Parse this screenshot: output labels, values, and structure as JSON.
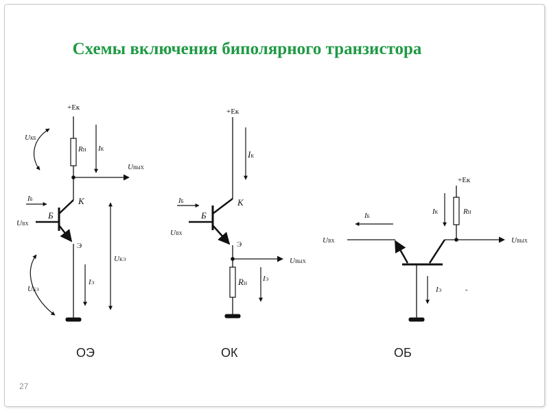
{
  "title": "Схемы включения биполярного транзистора",
  "page_number": "27",
  "schemes": [
    {
      "name": "ОЭ",
      "supply": "+Eк",
      "labels": {
        "ukb": "U",
        "ukb_sub": "КБ",
        "rn": "R",
        "rn_sub": "Н",
        "ik": "I",
        "ik_sub": "К",
        "uout": "U",
        "uout_sub": "ВЫХ",
        "ib": "I",
        "ib_sub": "Б",
        "k": "К",
        "b": "Б",
        "e": "Э",
        "uin": "U",
        "uin_sub": "ВХ",
        "uke": "U",
        "uke_sub": "КЭ",
        "ie": "I",
        "ie_sub": "Э",
        "ube": "U",
        "ube_sub": "БЭ"
      }
    },
    {
      "name": "ОК",
      "supply": "+Eк",
      "labels": {
        "ik": "I",
        "ik_sub": "К",
        "ib": "I",
        "ib_sub": "Б",
        "k": "К",
        "b": "Б",
        "e": "Э",
        "uin": "U",
        "uin_sub": "ВХ",
        "uout": "U",
        "uout_sub": "ВЫХ",
        "rn": "R",
        "rn_sub": "Н",
        "ie": "I",
        "ie_sub": "Э"
      }
    },
    {
      "name": "ОБ",
      "supply": "+Eк",
      "labels": {
        "ib": "I",
        "ib_sub": "Б",
        "uin": "U",
        "uin_sub": "ВХ",
        "ik": "I",
        "ik_sub": "К",
        "rn": "R",
        "rn_sub": "Н",
        "uout": "U",
        "uout_sub": "ВЫХ",
        "ie": "I",
        "ie_sub": "Э",
        "dash": "-"
      }
    }
  ]
}
